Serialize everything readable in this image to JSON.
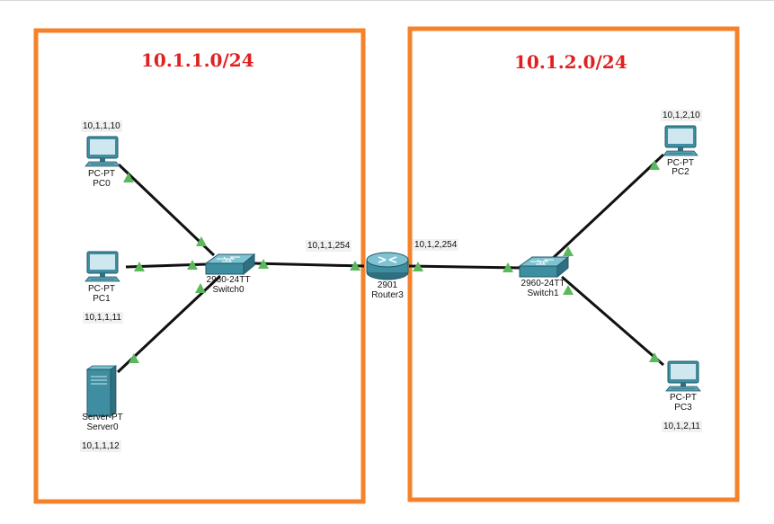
{
  "colors": {
    "zone_border": "#f5822a",
    "zone_title": "#e02020",
    "link": "#111111",
    "link_status_up": "#5cb85c",
    "device_body": "#3f8da0"
  },
  "zones": [
    {
      "id": "left",
      "network": "10.1.1.0/24"
    },
    {
      "id": "right",
      "network": "10.1.2.0/24"
    }
  ],
  "devices": {
    "pc0": {
      "model": "PC-PT",
      "name": "PC0",
      "ip": "10,1,1,10",
      "icon": "pc-icon"
    },
    "pc1": {
      "model": "PC-PT",
      "name": "PC1",
      "ip": "10,1,1,11",
      "icon": "pc-icon"
    },
    "server0": {
      "model": "Server-PT",
      "name": "Server0",
      "ip": "10,1,1,12",
      "icon": "server-icon"
    },
    "switch0": {
      "model": "2960-24TT",
      "name": "Switch0",
      "icon": "switch-icon"
    },
    "router3": {
      "model": "2901",
      "name": "Router3",
      "icon": "router-icon"
    },
    "switch1": {
      "model": "2960-24TT",
      "name": "Switch1",
      "icon": "switch-icon"
    },
    "pc2": {
      "model": "PC-PT",
      "name": "PC2",
      "ip": "10,1,2,10",
      "icon": "pc-icon"
    },
    "pc3": {
      "model": "PC-PT",
      "name": "PC3",
      "ip": "10,1,2,11",
      "icon": "pc-icon"
    }
  },
  "router_interfaces": {
    "left": "10,1,1,254",
    "right": "10,1,2,254"
  }
}
